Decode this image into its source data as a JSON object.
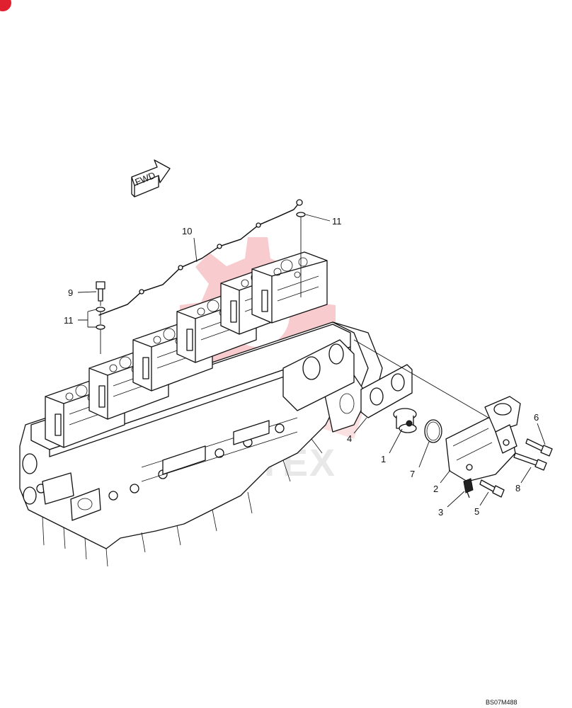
{
  "fwd_label": "FWD",
  "watermark_text": "MITEX",
  "drawing_code": "BS07M488",
  "callouts": {
    "c1": "1",
    "c2": "2",
    "c3": "3",
    "c4": "4",
    "c5": "5",
    "c6": "6",
    "c7": "7",
    "c8": "8",
    "c9": "9",
    "c10": "10",
    "c11a": "11",
    "c11b": "11"
  },
  "colors": {
    "line": "#111111",
    "watermark_gear": "#f3a0a6",
    "corner_mark": "#e0202e",
    "background": "#ffffff"
  }
}
